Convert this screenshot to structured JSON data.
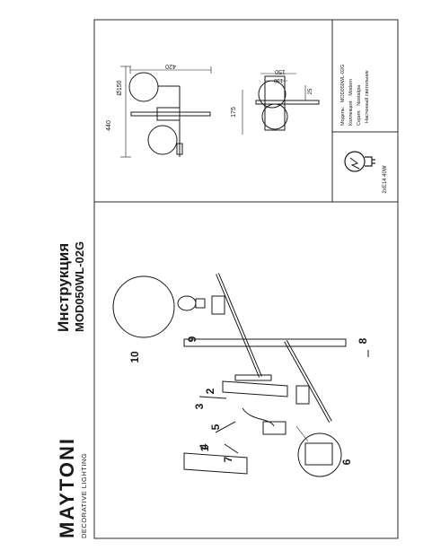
{
  "brand": {
    "logo_text": "MAYTONI",
    "tagline": "DECORATIVE LIGHTING"
  },
  "title": {
    "heading": "Инструкция",
    "model_code": "MOD050WL-02G"
  },
  "assembly_steps": [
    "1",
    "2",
    "3",
    "4",
    "5",
    "6",
    "7",
    "8",
    "9",
    "10"
  ],
  "dimensions": {
    "width": "420",
    "height": "440",
    "globe_diameter": "Ø150",
    "depth": "175",
    "base_width": "150",
    "base_inner": "130",
    "offset": "25"
  },
  "spec_table": {
    "rows": [
      {
        "label": "Модель:",
        "value": "MOD050WL-02G"
      },
      {
        "label": "Коллекция:",
        "value": "Modern"
      },
      {
        "label": "Серия:",
        "value": "Nostalgia"
      },
      {
        "label": "",
        "value": "Настенный светильник"
      }
    ]
  },
  "lamp_spec": "2хE14 40W",
  "colors": {
    "line": "#1a1a1a",
    "frame": "#2a2a2a"
  }
}
